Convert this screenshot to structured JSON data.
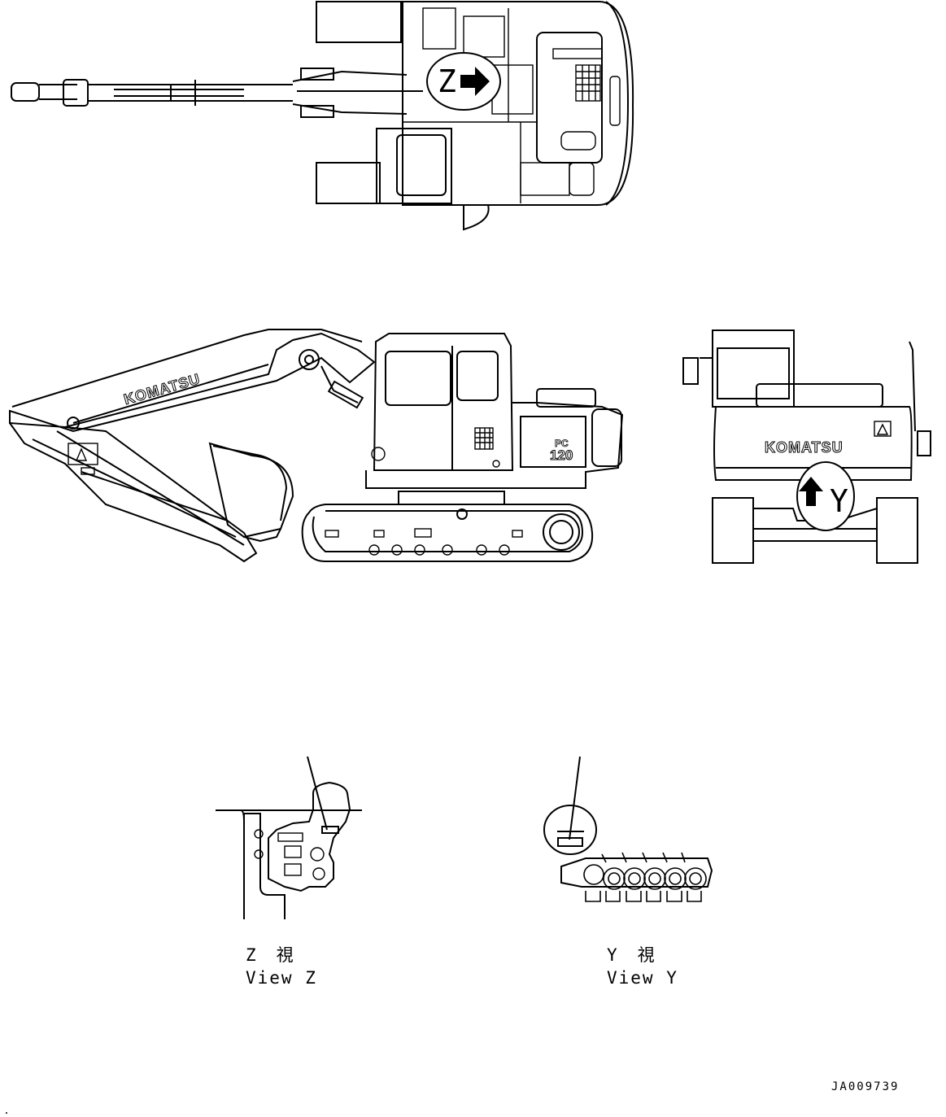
{
  "callouts": {
    "z_marker": "Z",
    "y_marker": "Y"
  },
  "machine": {
    "brand_side": "KOMATSU",
    "brand_rear": "KOMATSU",
    "model_prefix": "PC",
    "model_number": "120"
  },
  "views": {
    "z": {
      "title_jp": "Z　視",
      "title_en": "View Z"
    },
    "y": {
      "title_jp": "Y　視",
      "title_en": "View Y"
    }
  },
  "drawing_code": "JA009739"
}
